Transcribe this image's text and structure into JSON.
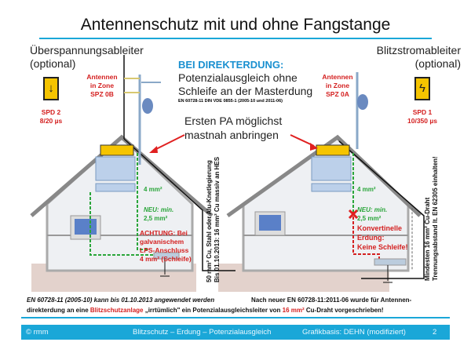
{
  "title": "Antennenschutz mit und ohne Fangstange",
  "left": {
    "spd_heading": "Überspannungsableiter",
    "spd_optional": "(optional)",
    "spd_name": "SPD 2",
    "spd_rating": "8/20 µs",
    "antenna_zone": [
      "Antennen",
      "in Zone",
      "SPZ 0B"
    ],
    "wire_4mm": "4 mm²",
    "neu": "NEU: min.",
    "neu2": "2,5 mm²",
    "warning": [
      "ACHTUNG: Bei",
      "galvanischem",
      "LPS-Anschluss",
      "4 mm² (Schleife)"
    ],
    "vertical": [
      "50 mm² Cu, Stahl oder Alu-Knetlegierung",
      "Bis 01.10.2013: 16 mm² Cu massiv an HES"
    ]
  },
  "center": {
    "heading": "BEI DIREKTERDUNG:",
    "line1": "Potenzialausgleich ohne",
    "line2": "Schleife an der Masterdung",
    "norm": "EN 60728-11 DIN VDE 0855-1 (2005-10 und 2011-06)",
    "pa1": "Ersten PA möglichst",
    "pa2": "mastnah anbringen"
  },
  "right": {
    "spd_heading": "Blitzstromableiter",
    "spd_optional": "(optional)",
    "spd_name": "SPD 1",
    "spd_rating": "10/350 µs",
    "antenna_zone": [
      "Antennen",
      "in Zone",
      "SPZ 0A"
    ],
    "wire_4mm": "4 mm²",
    "neu": "NEU: min.",
    "neu2": "2,5 mm²",
    "konv": [
      "Konvertinelle",
      "Erdung:",
      "Keine Schleife!"
    ],
    "vertical": [
      "Mindesten 16 mm² Cu-Draht",
      "Trennungsabstand lt. EN 62305 einhalten!"
    ]
  },
  "notes": {
    "left": "EN 60728-11 (2005-10) kann bis 01.10.2013  angewendet werden",
    "right": "Nach neuer EN 60728-11:2011-06  wurde für Antennen-",
    "line2_a": "direkterdung an eine ",
    "line2_red": "Blitzschutzanlage",
    "line2_b": " „irrtümlich\" ein Potenzialausgleichsleiter von ",
    "line2_red2": "16 mm²",
    "line2_c": " Cu-Draht vorgeschrieben!"
  },
  "footer": {
    "copyright": "© rmm",
    "topic": "Blitzschutz – Erdung – Potenzialausgleich",
    "source": "Grafikbasis: DEHN (modifiziert)",
    "page": "2"
  },
  "colors": {
    "accent": "#1aa7d8",
    "red": "#d42020",
    "green": "#2aa53a",
    "spd": "#f5c400"
  }
}
